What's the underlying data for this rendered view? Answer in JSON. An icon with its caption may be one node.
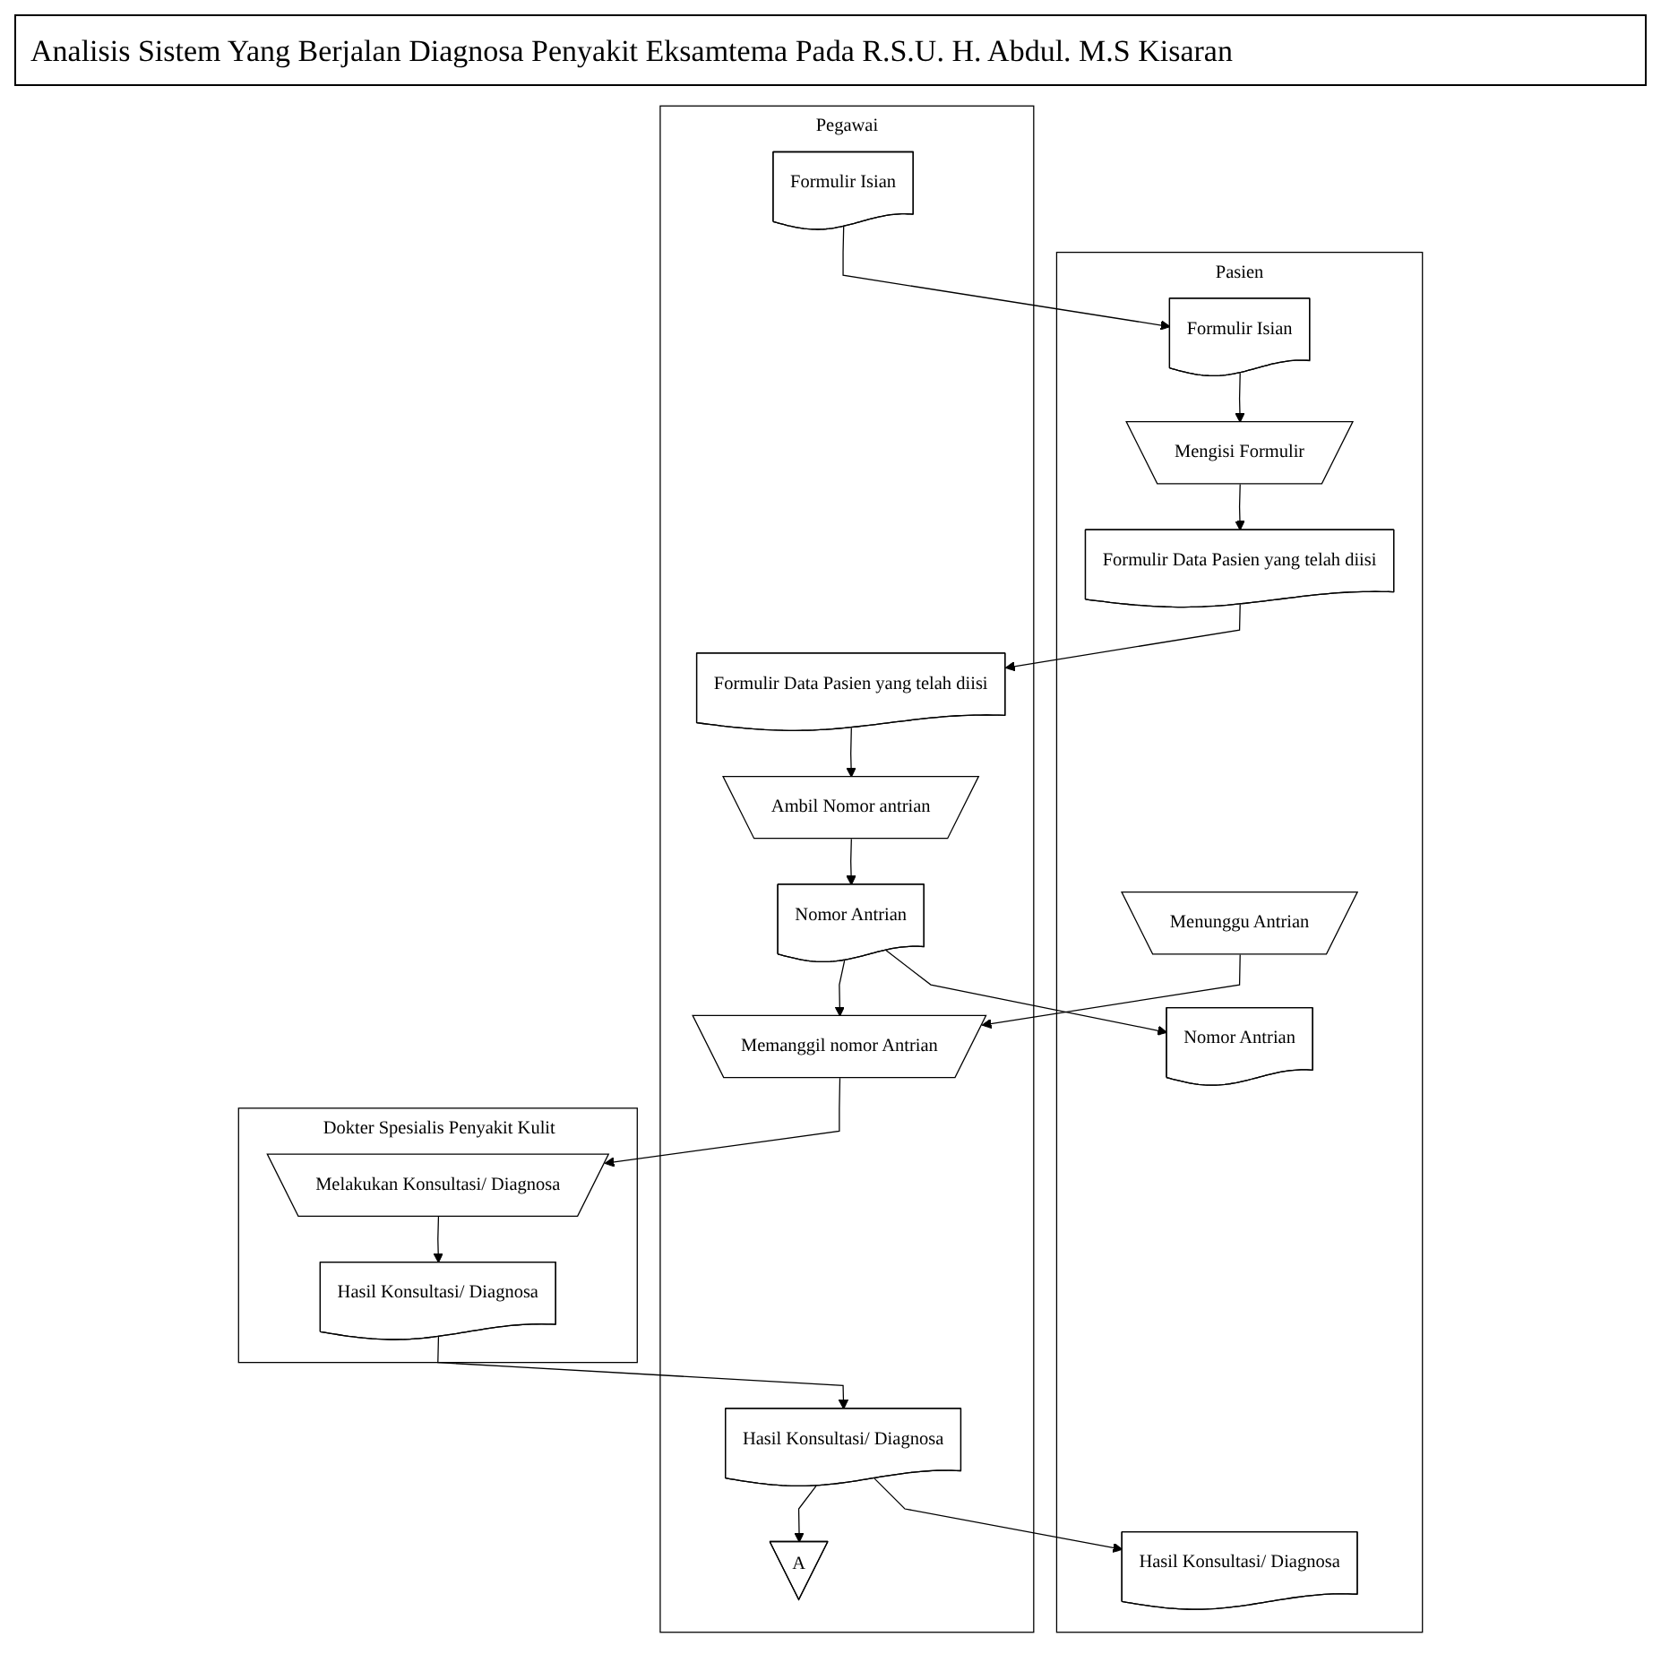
{
  "diagram": {
    "title": "Analisis Sistem Yang Berjalan Diagnosa Penyakit Eksamtema  Pada R.S.U. H. Abdul. M.S Kisaran",
    "nodes": [
      {
        "text": [
          "Pasien"
        ]
      },
      {
        "text": [
          "Pegawai"
        ]
      },
      {
        "text": [
          "Dokter Spesialis Penyakit Kulit"
        ]
      },
      {
        "text": [
          "Formulir Isian"
        ],
        "in": 0
      },
      {
        "text": [
          "Mengisi Formulir"
        ],
        "in": 0
      },
      {
        "text": [
          "Formulir Data Pasien yang telah diisi"
        ],
        "in": 0
      },
      {
        "text": [
          "Nomor Antrian"
        ],
        "in": 0
      },
      {
        "text": [
          "Menunggu Antrian"
        ],
        "in": 0
      },
      {
        "text": [
          "Hasil Konsultasi/ Diagnosa"
        ],
        "in": 0
      },
      {
        "text": [
          "Formulir Isian"
        ],
        "in": 1
      },
      {
        "text": [
          "Formulir Data Pasien yang telah diisi"
        ],
        "in": 1
      },
      {
        "text": [
          "Ambil Nomor antrian"
        ],
        "in": 1
      },
      {
        "text": [
          "Nomor Antrian"
        ],
        "in": 1
      },
      {
        "text": [
          "Memanggil nomor Antrian"
        ],
        "in": 1
      },
      {
        "text": [
          "Hasil Konsultasi/ Diagnosa"
        ],
        "in": 1
      },
      {
        "text": [
          "A"
        ],
        "in": 1
      },
      {
        "text": [
          "Melakukan Konsultasi/ Diagnosa"
        ],
        "in": 2
      },
      {
        "text": [
          "Hasil Konsultasi/ Diagnosa"
        ],
        "in": 2
      }
    ],
    "edges": [
      {
        "from": 9,
        "to": 3,
        "arrow": "to"
      },
      {
        "from": 3,
        "to": 4,
        "arrow": "to"
      },
      {
        "from": 4,
        "to": 5,
        "arrow": "to"
      },
      {
        "from": 5,
        "to": 10,
        "arrow": "to"
      },
      {
        "from": 10,
        "to": 11,
        "arrow": "to"
      },
      {
        "from": 11,
        "to": 12,
        "arrow": "to"
      },
      {
        "from": 12,
        "to": 6,
        "arrow": "to"
      },
      {
        "from": 12,
        "to": 13,
        "arrow": "to"
      },
      {
        "from": 7,
        "to": 13,
        "arrow": "to"
      },
      {
        "from": 13,
        "to": 16,
        "arrow": "to"
      },
      {
        "from": 16,
        "to": 17,
        "arrow": "to"
      },
      {
        "from": 17,
        "to": 14,
        "arrow": "to"
      },
      {
        "from": 14,
        "to": 8,
        "arrow": "to"
      },
      {
        "from": 14,
        "to": 15,
        "arrow": "to"
      }
    ]
  }
}
